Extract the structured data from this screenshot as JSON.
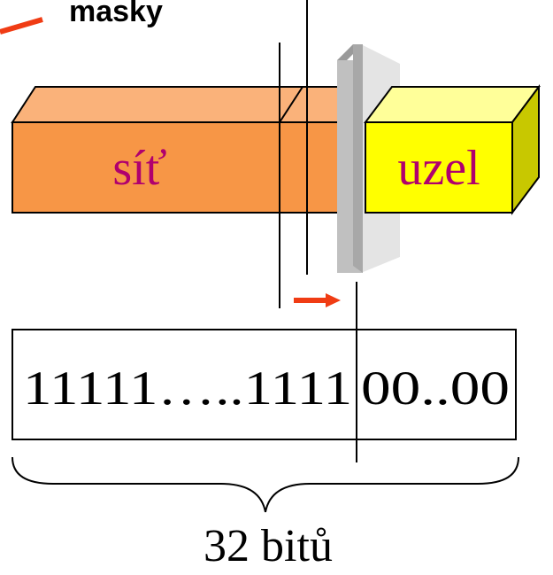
{
  "diagram": {
    "top_label": "masky",
    "network_label": "síť",
    "host_label": "uzel",
    "bits_network": "11111…..1111",
    "bits_host": "00..00",
    "caption": "32 bitů"
  },
  "colors": {
    "network_front": "#F79646",
    "network_top": "#FAB27A",
    "network_side": "#E07A2C",
    "host_front": "#FFFF00",
    "host_top": "#FFFF99",
    "host_side": "#C8C800",
    "text_magenta": "#B0006E",
    "arrow_red": "#F03C14",
    "plate_front": "#C0C0C0",
    "plate_side": "#9A9A9A",
    "plate_shadow": "#E4E4E4"
  }
}
